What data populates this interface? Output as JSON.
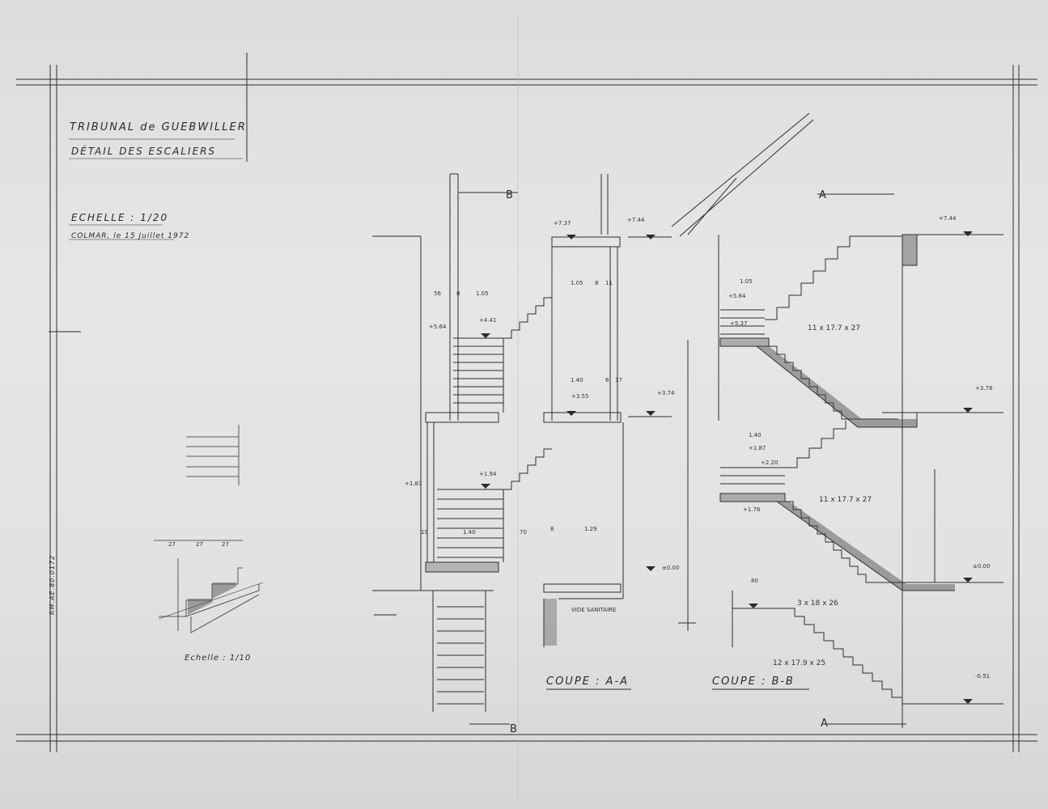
{
  "cartouche": {
    "title": "TRIBUNAL de GUEBWILLER",
    "subtitle": "DÉTAIL DES ESCALIERS",
    "scale": "ECHELLE : 1/20",
    "place_date": "COLMAR, le 15 Juillet 1972"
  },
  "detail": {
    "scale_label": "Echelle : 1/10",
    "side_ref": "RM.AE.80.0172",
    "treads": [
      "27",
      "27",
      "27"
    ]
  },
  "section_aa": {
    "label": "COUPE : A-A",
    "cut_letter": "B",
    "levels": [
      "+7.37",
      "+7.44",
      "+5.64",
      "+4.41",
      "+3.55",
      "+3.74",
      "+1.87",
      "+1.94",
      "±0.00"
    ],
    "dims": [
      "56",
      "8",
      "1.05",
      "1.05",
      "8",
      "11",
      "1.40",
      "6",
      "17",
      "19",
      "1.40",
      "70",
      "8",
      "1.29"
    ],
    "notes": [
      "VIDE SANITAIRE"
    ]
  },
  "section_bb": {
    "label": "COUPE : B-B",
    "cut_letter": "A",
    "levels": [
      "+7.44",
      "+5.64",
      "+5.37",
      "+3.78",
      "+1.87",
      "+2.20",
      "+1.76",
      "±0.00",
      "-0.51"
    ],
    "stair_notes": [
      "11 x 17.7 x 27",
      "11 x 17.7 x 27",
      "3 x 18 x 26",
      "12 x 17.9 x 25"
    ],
    "dims": [
      "1.05",
      "1.40",
      "80"
    ]
  }
}
